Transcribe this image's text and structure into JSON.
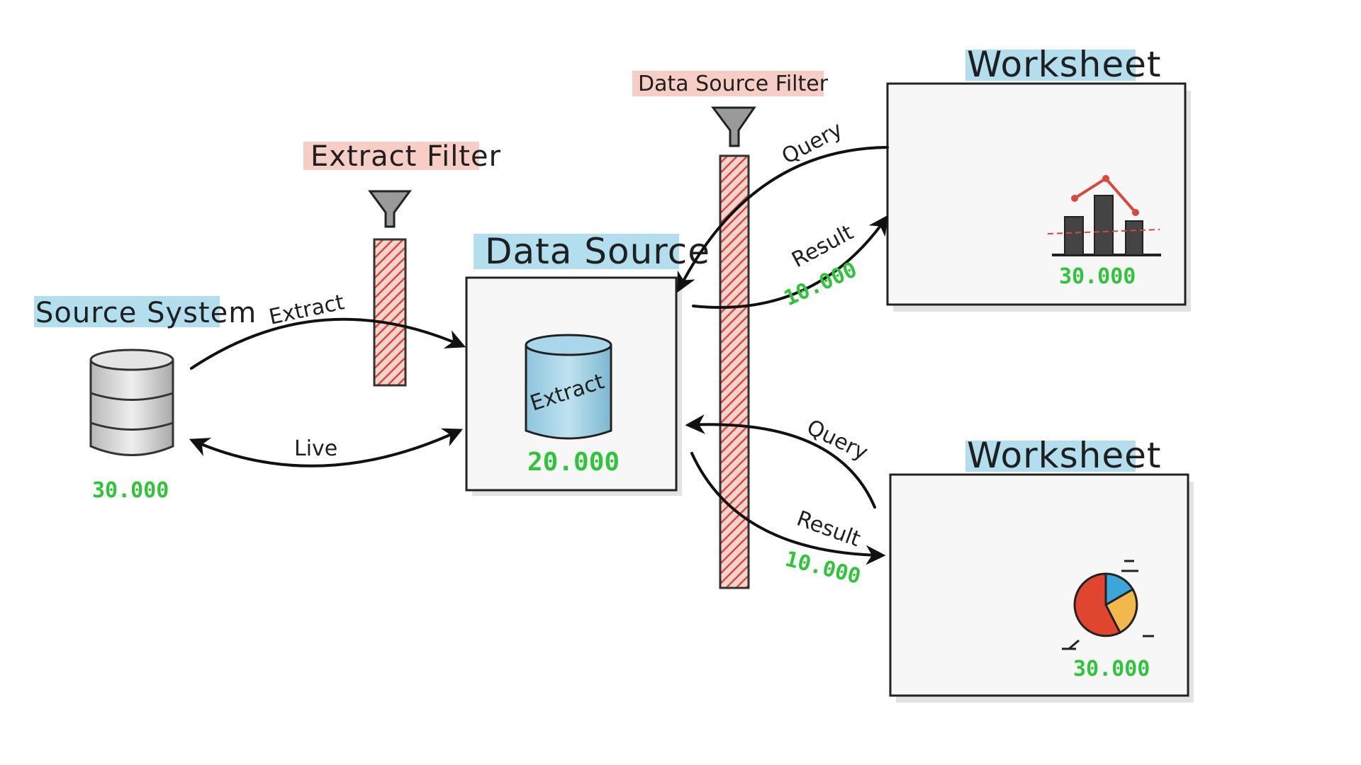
{
  "colors": {
    "highlight_blue": "#9fd6ea",
    "highlight_pink": "#f4c2b8",
    "count_green": "#2fc43a",
    "filter_red": "#d9483b"
  },
  "source_system": {
    "title": "Source System",
    "count": "30.000",
    "icon": "database-icon"
  },
  "extract_filter": {
    "title": "Extract Filter",
    "icon": "funnel-icon"
  },
  "data_source": {
    "title": "Data Source",
    "extract_label": "Extract",
    "count": "20.000",
    "icon": "extract-cylinder-icon"
  },
  "data_source_filter": {
    "title": "Data Source Filter",
    "icon": "funnel-icon"
  },
  "connections": {
    "extract": "Extract",
    "live": "Live"
  },
  "worksheets": [
    {
      "title": "Worksheet",
      "count": "30.000",
      "query": "Query",
      "result": "Result",
      "result_count": "10.000",
      "icon": "bar-line-chart-icon"
    },
    {
      "title": "Worksheet",
      "count": "30.000",
      "query": "Query",
      "result": "Result",
      "result_count": "10.000",
      "icon": "pie-chart-icon"
    }
  ]
}
